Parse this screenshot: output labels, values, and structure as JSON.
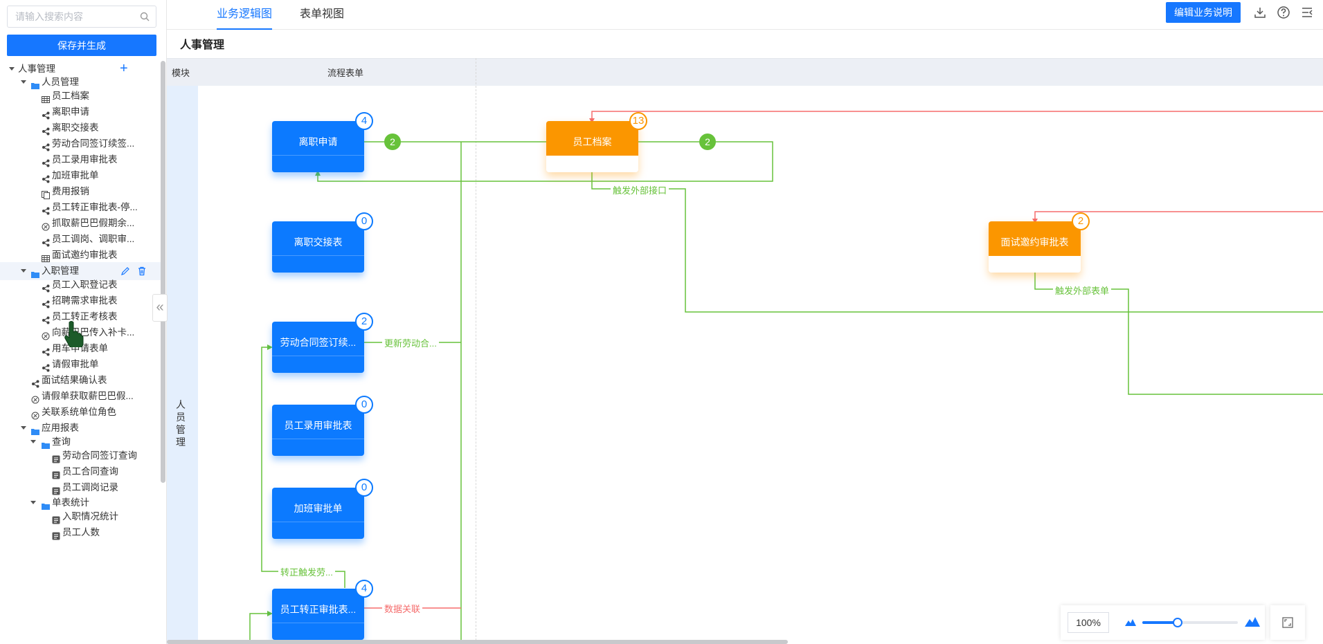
{
  "search": {
    "placeholder": "请输入搜索内容"
  },
  "sidebar": {
    "save_label": "保存并生成",
    "tree": [
      {
        "label": "人事管理",
        "type": "root",
        "expanded": true
      },
      {
        "label": "人员管理",
        "type": "folder",
        "expanded": true
      },
      {
        "label": "员工档案",
        "type": "table"
      },
      {
        "label": "离职申请",
        "type": "flow"
      },
      {
        "label": "离职交接表",
        "type": "flow"
      },
      {
        "label": "劳动合同签订续签...",
        "type": "flow"
      },
      {
        "label": "员工录用审批表",
        "type": "flow"
      },
      {
        "label": "加班审批单",
        "type": "flow"
      },
      {
        "label": "费用报销",
        "type": "copy"
      },
      {
        "label": "员工转正审批表-停...",
        "type": "flow"
      },
      {
        "label": "抓取薪巴巴假期余...",
        "type": "api"
      },
      {
        "label": "员工调岗、调职审...",
        "type": "flow"
      },
      {
        "label": "面试邀约审批表",
        "type": "table"
      },
      {
        "label": "入职管理",
        "type": "folder",
        "expanded": true,
        "active": true
      },
      {
        "label": "员工入职登记表",
        "type": "flow"
      },
      {
        "label": "招聘需求审批表",
        "type": "flow"
      },
      {
        "label": "员工转正考核表",
        "type": "flow"
      },
      {
        "label": "向薪巴巴传入补卡...",
        "type": "api"
      },
      {
        "label": "用车申请表单",
        "type": "flow"
      },
      {
        "label": "请假审批单",
        "type": "flow"
      },
      {
        "label": "面试结果确认表",
        "type": "flow"
      },
      {
        "label": "请假单获取薪巴巴假...",
        "type": "api"
      },
      {
        "label": "关联系统单位角色",
        "type": "api"
      },
      {
        "label": "应用报表",
        "type": "folder",
        "expanded": true
      },
      {
        "label": "查询",
        "type": "folder",
        "expanded": true
      },
      {
        "label": "劳动合同签订查询",
        "type": "report"
      },
      {
        "label": "员工合同查询",
        "type": "report"
      },
      {
        "label": "员工调岗记录",
        "type": "report"
      },
      {
        "label": "单表统计",
        "type": "folder",
        "expanded": true
      },
      {
        "label": "入职情况统计",
        "type": "report"
      },
      {
        "label": "员工人数",
        "type": "report"
      }
    ]
  },
  "header": {
    "tabs": [
      {
        "label": "业务逻辑图",
        "active": true
      },
      {
        "label": "表单视图",
        "active": false
      }
    ],
    "edit_desc_label": "编辑业务说明",
    "icons": [
      "download-icon",
      "help-icon",
      "menu-fold-icon"
    ]
  },
  "canvas": {
    "title": "人事管理",
    "col_module": "模块",
    "col_flow": "流程表单",
    "lane_label": "人员管理",
    "cards": [
      {
        "id": "resign",
        "title": "离职申请",
        "count": "4",
        "color": "blue"
      },
      {
        "id": "handover",
        "title": "离职交接表",
        "count": "0",
        "color": "blue"
      },
      {
        "id": "contract",
        "title": "劳动合同签订续...",
        "count": "2",
        "color": "blue"
      },
      {
        "id": "hire",
        "title": "员工录用审批表",
        "count": "0",
        "color": "blue"
      },
      {
        "id": "overtime",
        "title": "加班审批单",
        "count": "0",
        "color": "blue"
      },
      {
        "id": "regular",
        "title": "员工转正审批表...",
        "count": "4",
        "color": "blue"
      },
      {
        "id": "archive",
        "title": "员工档案",
        "count": "13",
        "color": "orange"
      },
      {
        "id": "interview",
        "title": "面试邀约审批表",
        "count": "2",
        "color": "orange"
      }
    ],
    "edge_badges": [
      "2",
      "2"
    ],
    "edge_labels": {
      "trigger_api": "触发外部接口",
      "trigger_form": "触发外部表单",
      "update_contract": "更新劳动合...",
      "regular_trigger": "转正触发劳...",
      "data_link": "数据关联"
    },
    "colors": {
      "accent": "#1677ff",
      "card_blue": "#0c7aff",
      "card_orange": "#fb9600",
      "edge_green": "#67c23a",
      "edge_red": "#f56c6c"
    }
  },
  "zoom": {
    "value": "100%",
    "level": 0.37
  }
}
